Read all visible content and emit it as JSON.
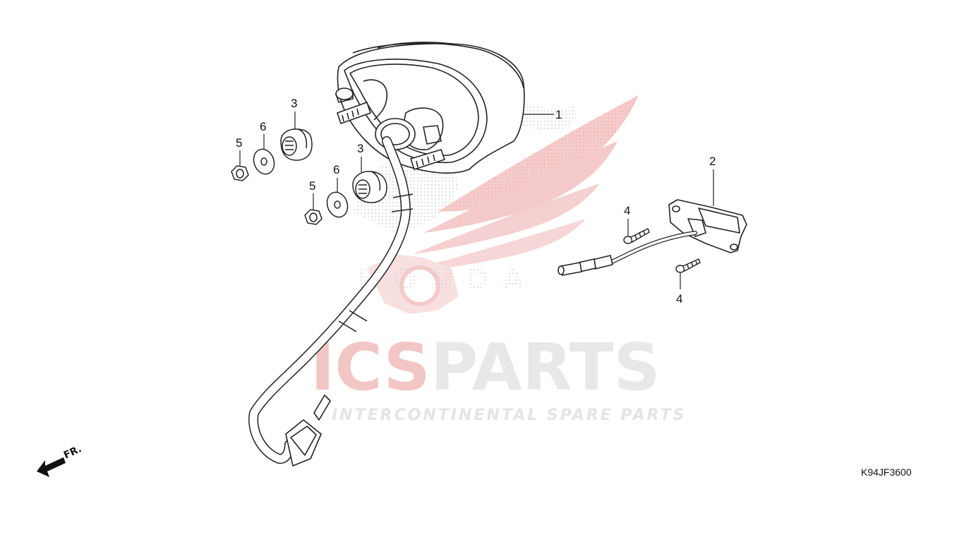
{
  "diagram": {
    "part_code": "K94JF3600",
    "direction_label": "FR.",
    "callouts": {
      "taillight": "1",
      "license_light": "2",
      "grommet_a": "3",
      "grommet_b": "3",
      "screw_a": "4",
      "screw_b": "4",
      "nut_a": "5",
      "nut_b": "5",
      "washer_a": "6",
      "washer_b": "6"
    }
  },
  "watermark": {
    "brand_ic": "IC",
    "brand_s": "S",
    "brand_parts": "PARTS",
    "tagline": "INTERCONTINENTAL SPARE PARTS",
    "logo_text": "HONDA",
    "colors": {
      "red": "#f2c4c4",
      "gray": "#e6e6e6",
      "dots": "#cfcfcf"
    }
  }
}
